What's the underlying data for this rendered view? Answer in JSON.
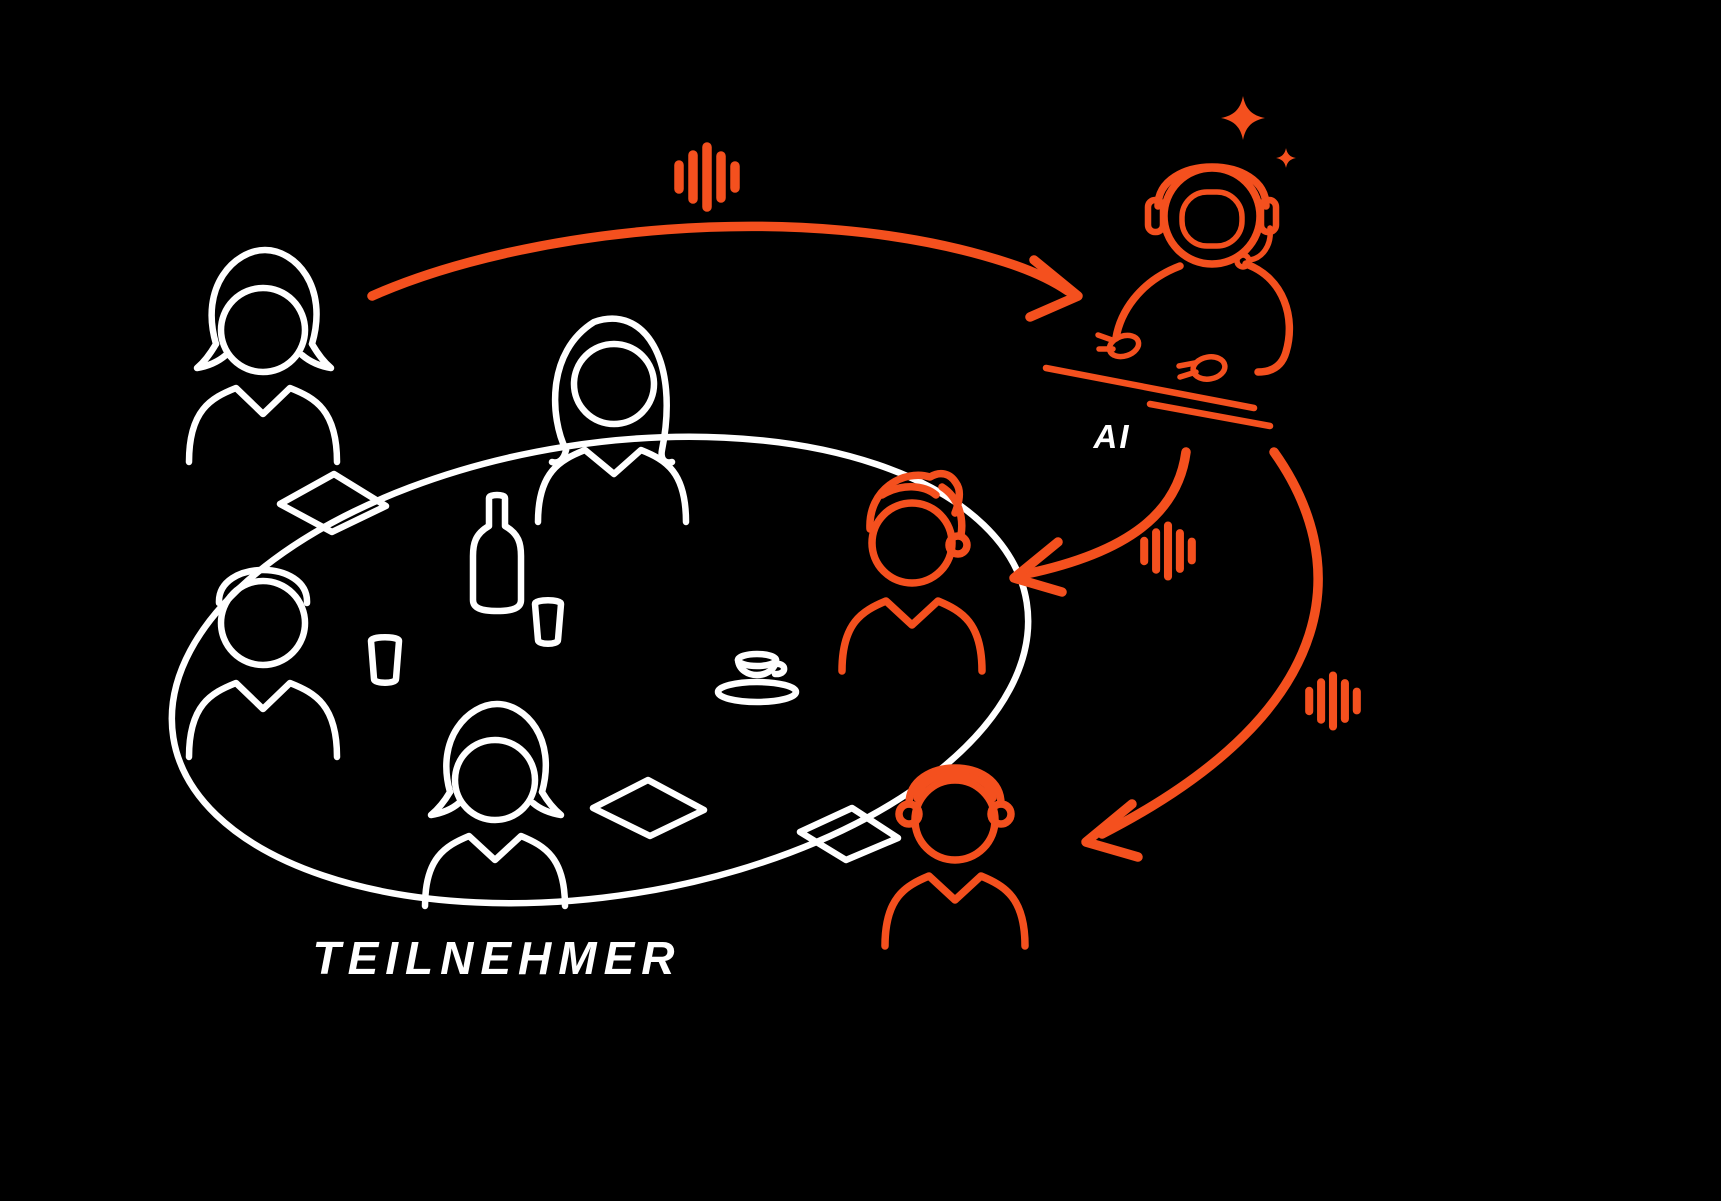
{
  "scene": {
    "background_color": "#000000",
    "line_color": "#FFFFFF",
    "accent_color": "#F4501E"
  },
  "labels": {
    "participants": "TEILNEHMER",
    "ai": "AI"
  },
  "icons": {
    "sound_wave": "vertical-sound-bars",
    "sparkle": "four-point-star",
    "headset": "headphones-with-mic"
  }
}
